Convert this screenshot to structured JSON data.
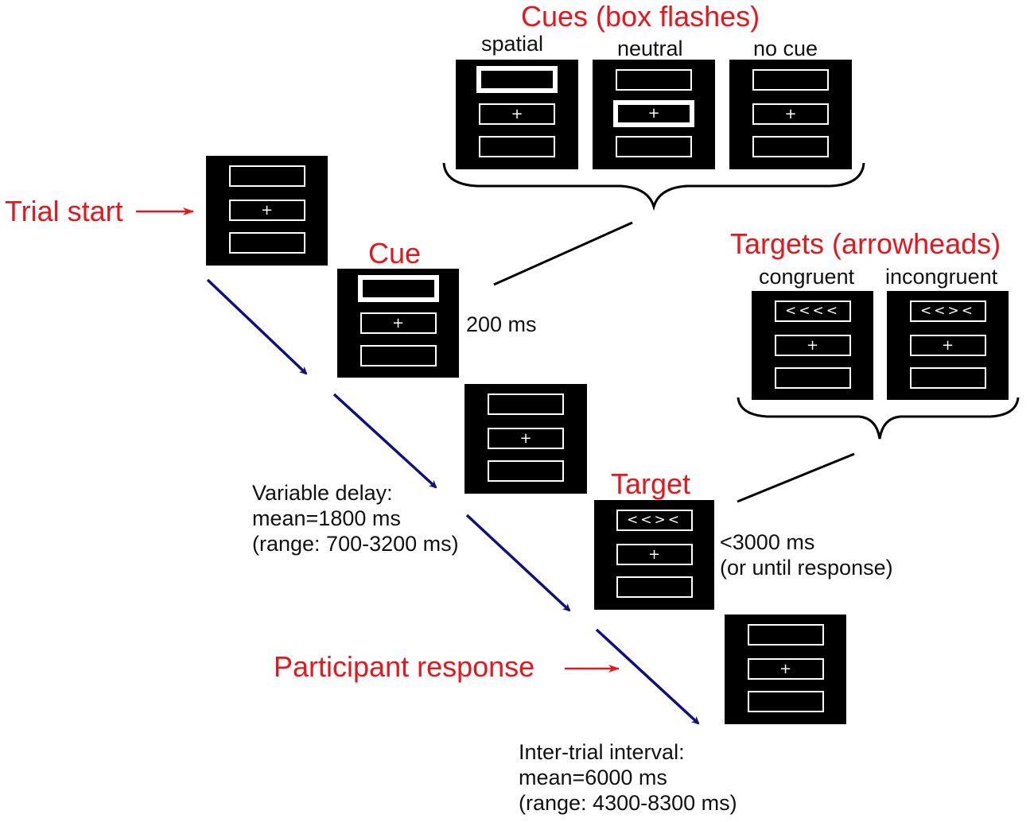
{
  "headings": {
    "cues_group": "Cues (box flashes)",
    "targets_group": "Targets (arrowheads)",
    "trial_start": "Trial start",
    "cue": "Cue",
    "target": "Target",
    "participant_response": "Participant response"
  },
  "cue_types": {
    "spatial": "spatial",
    "neutral": "neutral",
    "no_cue": "no cue"
  },
  "target_types": {
    "congruent": "congruent",
    "incongruent": "incongruent"
  },
  "symbols": {
    "fixation": "+",
    "congruent_arrows": "<<<<",
    "incongruent_arrows": "<<><"
  },
  "timings": {
    "cue_duration": "200 ms",
    "delay_line1": "Variable delay:",
    "delay_line2": "mean=1800 ms",
    "delay_line3": "(range: 700-3200 ms)",
    "target_line1": "<3000 ms",
    "target_line2": "(or until response)",
    "iti_line1": "Inter-trial interval:",
    "iti_line2": "mean=6000 ms",
    "iti_line3": "(range: 4300-8300 ms)"
  },
  "colors": {
    "label_red": "#e8151b",
    "timeline_blue": "#101080",
    "screen_black": "#000000",
    "frame_white": "#ffffff"
  }
}
